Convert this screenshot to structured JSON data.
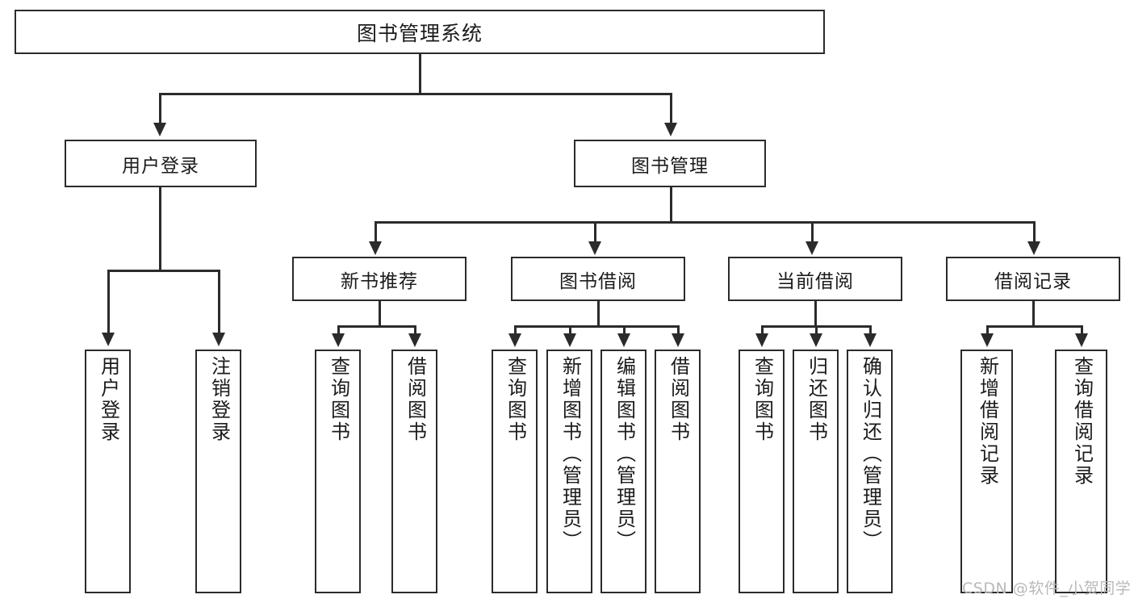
{
  "diagram": {
    "type": "tree-hierarchy-chart",
    "title": "图书管理系统",
    "levels": 4,
    "colors": {
      "stroke": "#2b2b2b",
      "fill": "#ffffff",
      "text": "#1b1b1b",
      "watermark": "#b9b9b9"
    },
    "nodes": {
      "root": {
        "label": "图书管理系统"
      },
      "level1": [
        {
          "label": "用户登录"
        },
        {
          "label": "图书管理"
        }
      ],
      "level2": [
        {
          "label": "新书推荐"
        },
        {
          "label": "图书借阅"
        },
        {
          "label": "当前借阅"
        },
        {
          "label": "借阅记录"
        }
      ],
      "leaves_user_login": [
        {
          "label": "用户登录"
        },
        {
          "label": "注销登录"
        }
      ],
      "leaves_new_book": [
        {
          "label": "查询图书"
        },
        {
          "label": "借阅图书"
        }
      ],
      "leaves_borrow": [
        {
          "label": "查询图书"
        },
        {
          "label": "新增图书（管理员）"
        },
        {
          "label": "编辑图书（管理员）"
        },
        {
          "label": "借阅图书"
        }
      ],
      "leaves_current": [
        {
          "label": "查询图书"
        },
        {
          "label": "归还图书"
        },
        {
          "label": "确认归还（管理员）"
        }
      ],
      "leaves_records": [
        {
          "label": "新增借阅记录"
        },
        {
          "label": "查询借阅记录"
        }
      ]
    }
  },
  "watermark": {
    "text": "CSDN @软件_小贺同学"
  }
}
